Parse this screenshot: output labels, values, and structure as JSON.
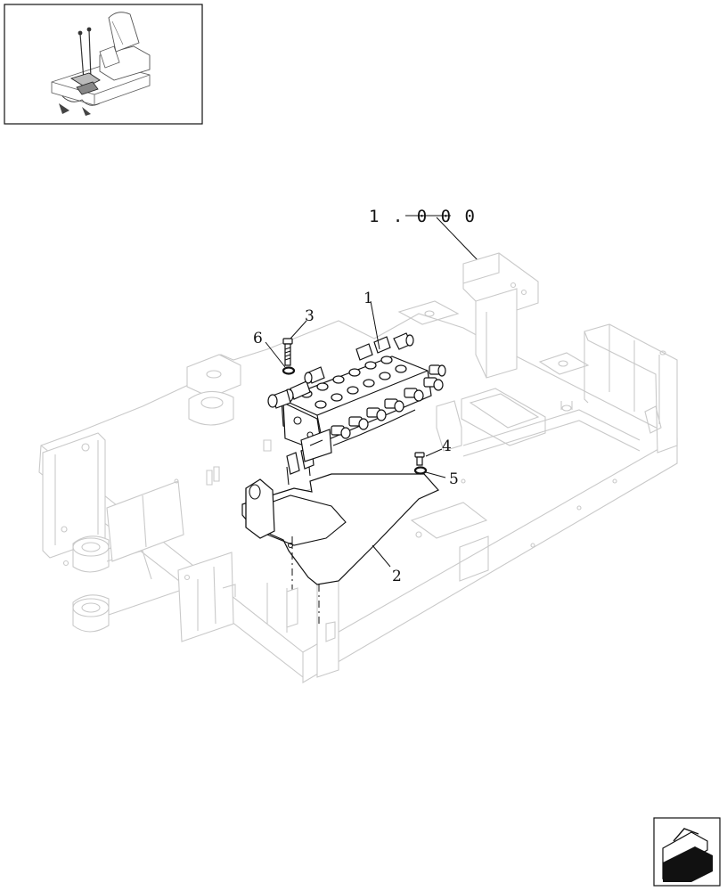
{
  "reference_label": "1 . 0 0 0",
  "callouts": {
    "c1": "1",
    "c2": "2",
    "c3": "3",
    "c4": "4",
    "c5": "5",
    "c6": "6"
  },
  "icons": {
    "thumbnail": "operator-seat-thumbnail",
    "nav": "next-page-arrow-icon"
  },
  "colors": {
    "ink": "#111111",
    "ghost_lines": "#c9c9c9",
    "background": "#ffffff"
  }
}
